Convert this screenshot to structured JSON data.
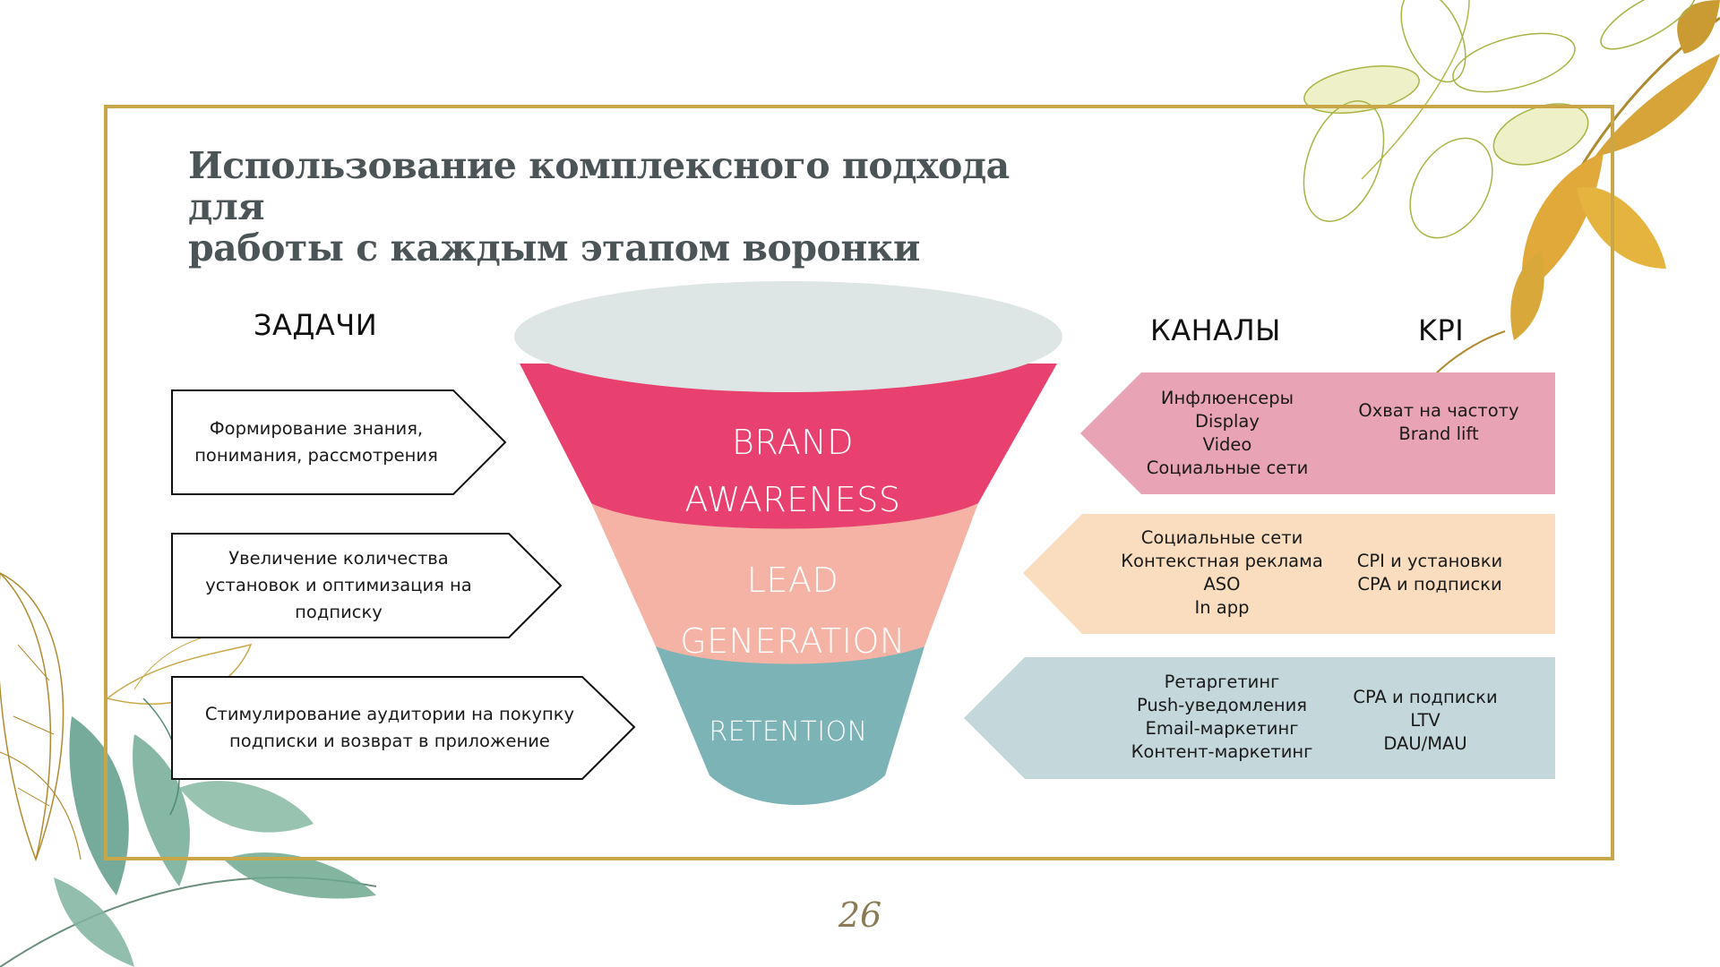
{
  "slide": {
    "title_line1": "Использование комплексного подхода для",
    "title_line2": "работы с каждым этапом воронки",
    "page_number": "26",
    "colors": {
      "frame": "#c9a648",
      "title": "#4b5456",
      "brand_awareness": "#e9416f",
      "lead_generation": "#f4b3a5",
      "retention": "#7bb3b6",
      "funnel_top": "#dde6e4",
      "channel_pink": "#e8a3b4",
      "channel_peach": "#fadcbf",
      "channel_blue": "#c4d7db"
    }
  },
  "headers": {
    "tasks": "ЗАДАЧИ",
    "channels": "КАНАЛЫ",
    "kpi": "KPI"
  },
  "tasks": [
    {
      "line1": "Формирование знания,",
      "line2": "понимания, рассмотрения"
    },
    {
      "line1": "Увеличение количества",
      "line2": "установок и оптимизация на",
      "line3": "подписку"
    },
    {
      "line1": "Стимулирование аудитории на покупку",
      "line2": "подписки и возврат в приложение"
    }
  ],
  "funnel": {
    "brand_line1": "BRAND",
    "brand_line2": "AWARENESS",
    "lead_line1": "LEAD",
    "lead_line2": "GENERATION",
    "retention": "RETENTION"
  },
  "channels": [
    {
      "items": [
        "Инфлюенсеры",
        "Display",
        "Video",
        "Социальные сети"
      ],
      "kpi": [
        "Охват на частоту",
        "Brand lift"
      ]
    },
    {
      "items": [
        "Социальные сети",
        "Контекстная реклама",
        "ASO",
        "In app"
      ],
      "kpi": [
        "CPI и установки",
        "CPA и подписки"
      ]
    },
    {
      "items": [
        "Ретаргетинг",
        "Push-уведомления",
        "Email-маркетинг",
        "Контент-маркетинг"
      ],
      "kpi": [
        "CPA и подписки",
        "LTV",
        "DAU/MAU"
      ]
    }
  ]
}
